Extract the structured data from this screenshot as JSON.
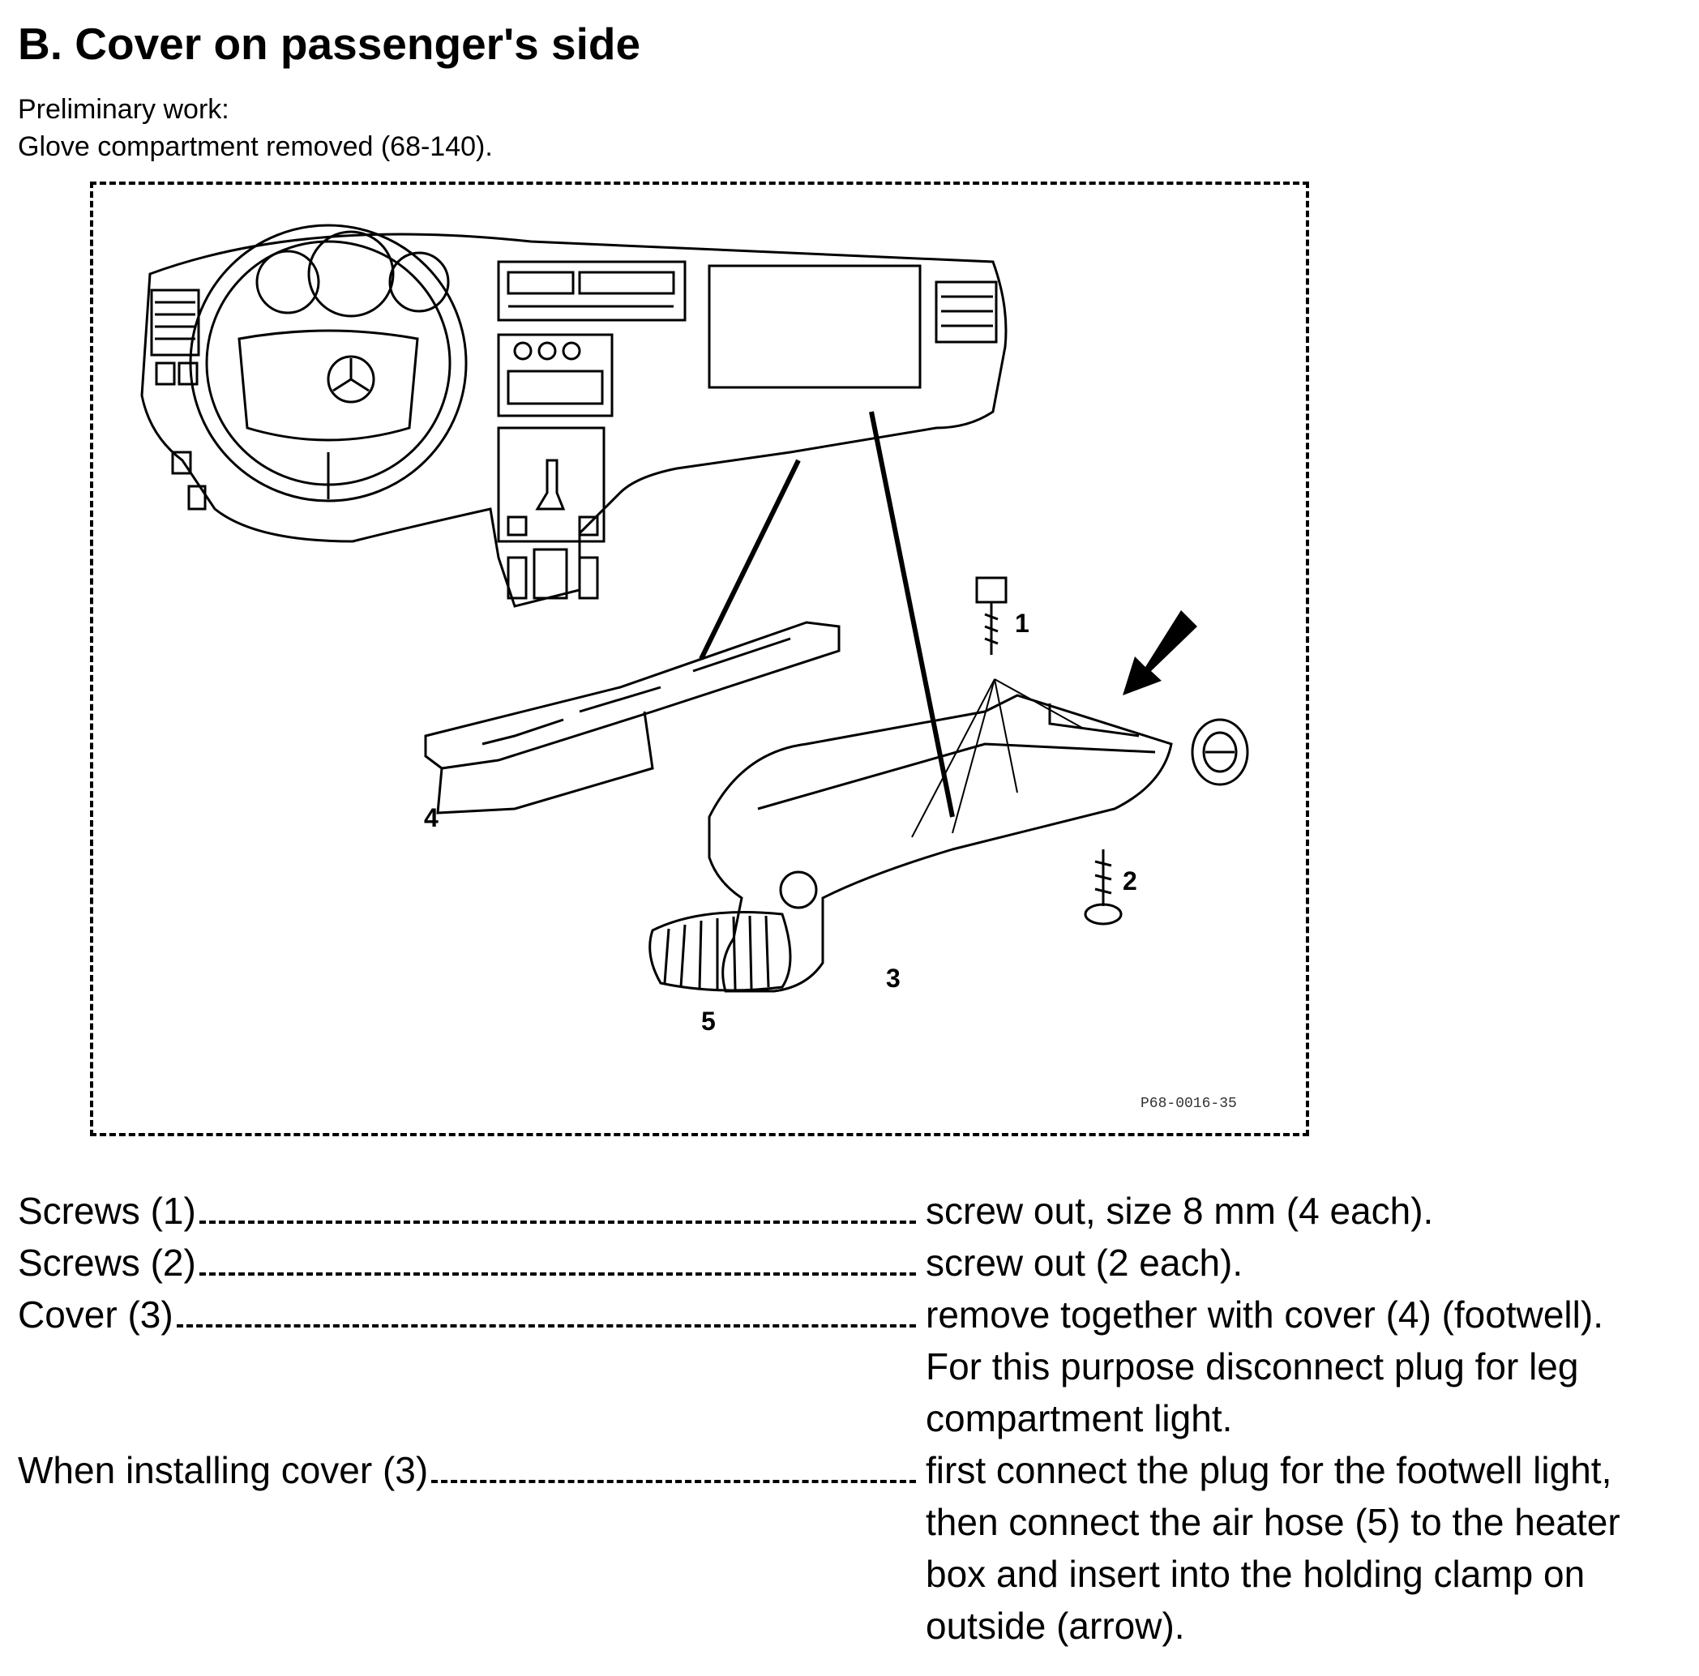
{
  "title": "B. Cover on passenger's side",
  "preliminary": {
    "line1": "Preliminary work:",
    "line2": "Glove compartment removed (68-140)."
  },
  "figure": {
    "callouts": [
      "1",
      "2",
      "3",
      "4",
      "5"
    ],
    "code": "P68-0016-35"
  },
  "steps": [
    {
      "label": "Screws (1)",
      "desc": [
        "screw out, size 8 mm (4 each)."
      ]
    },
    {
      "label": "Screws (2)",
      "desc": [
        "screw out (2 each)."
      ]
    },
    {
      "label": "Cover (3)",
      "desc": [
        "remove together with cover (4) (footwell).",
        "For this purpose disconnect plug for leg",
        "compartment light."
      ]
    },
    {
      "label": "When installing cover (3)",
      "desc": [
        "first connect the plug for the footwell light,",
        "then connect the air hose (5) to the heater",
        "box and insert into the holding clamp on",
        "outside (arrow)."
      ]
    }
  ]
}
